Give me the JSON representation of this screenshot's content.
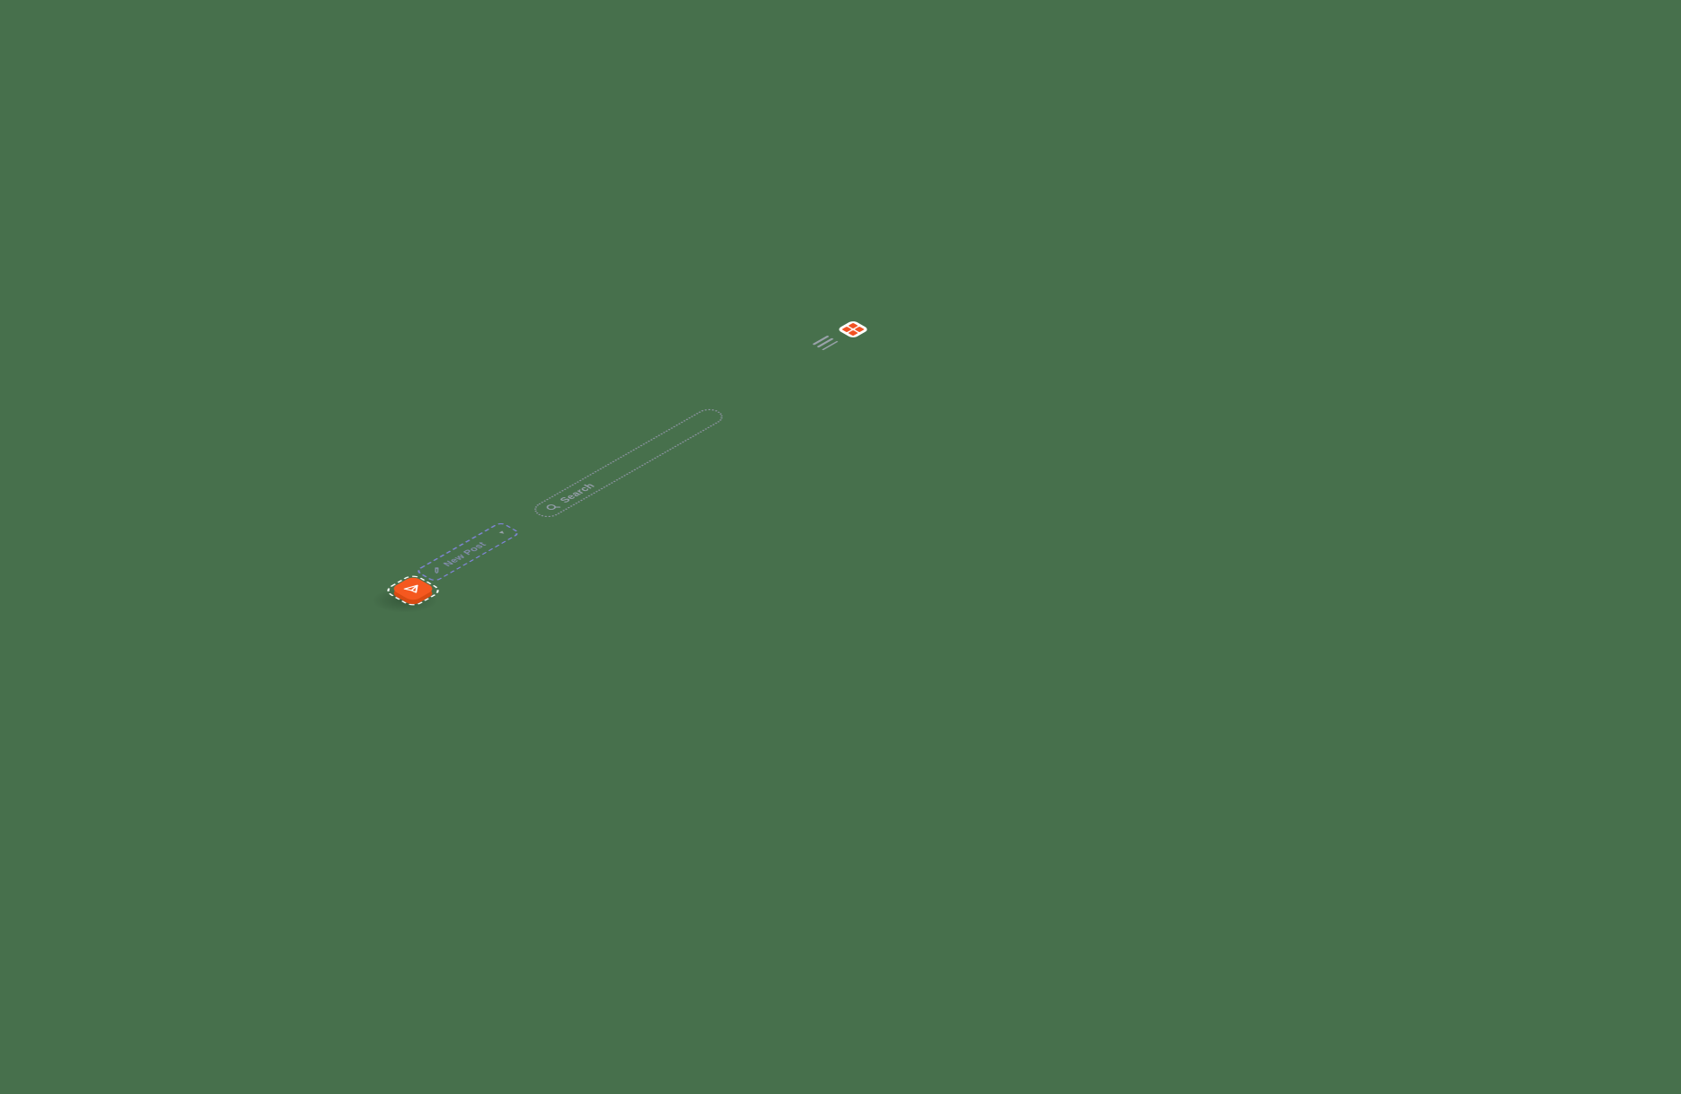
{
  "colors": {
    "background": "#47704c",
    "orange_top": "#f5581f",
    "orange_side": "#d84a12",
    "logo_orange": "#f15122",
    "tile_white": "#ffffff",
    "search_border": "#8e94a4",
    "search_text": "#99a0ae",
    "newpost_border": "#8084d8",
    "newpost_text": "#838cae",
    "icon_gray": "#9aa2ab"
  },
  "header": {
    "logo_icon": "app-grid-logo",
    "menu_icon": "hamburger-menu"
  },
  "search": {
    "placeholder": "Search",
    "icon": "magnifier"
  },
  "new_post": {
    "label": "New Post",
    "icon": "pen",
    "chevron": "▾"
  },
  "fab": {
    "icon": "send-plane"
  }
}
